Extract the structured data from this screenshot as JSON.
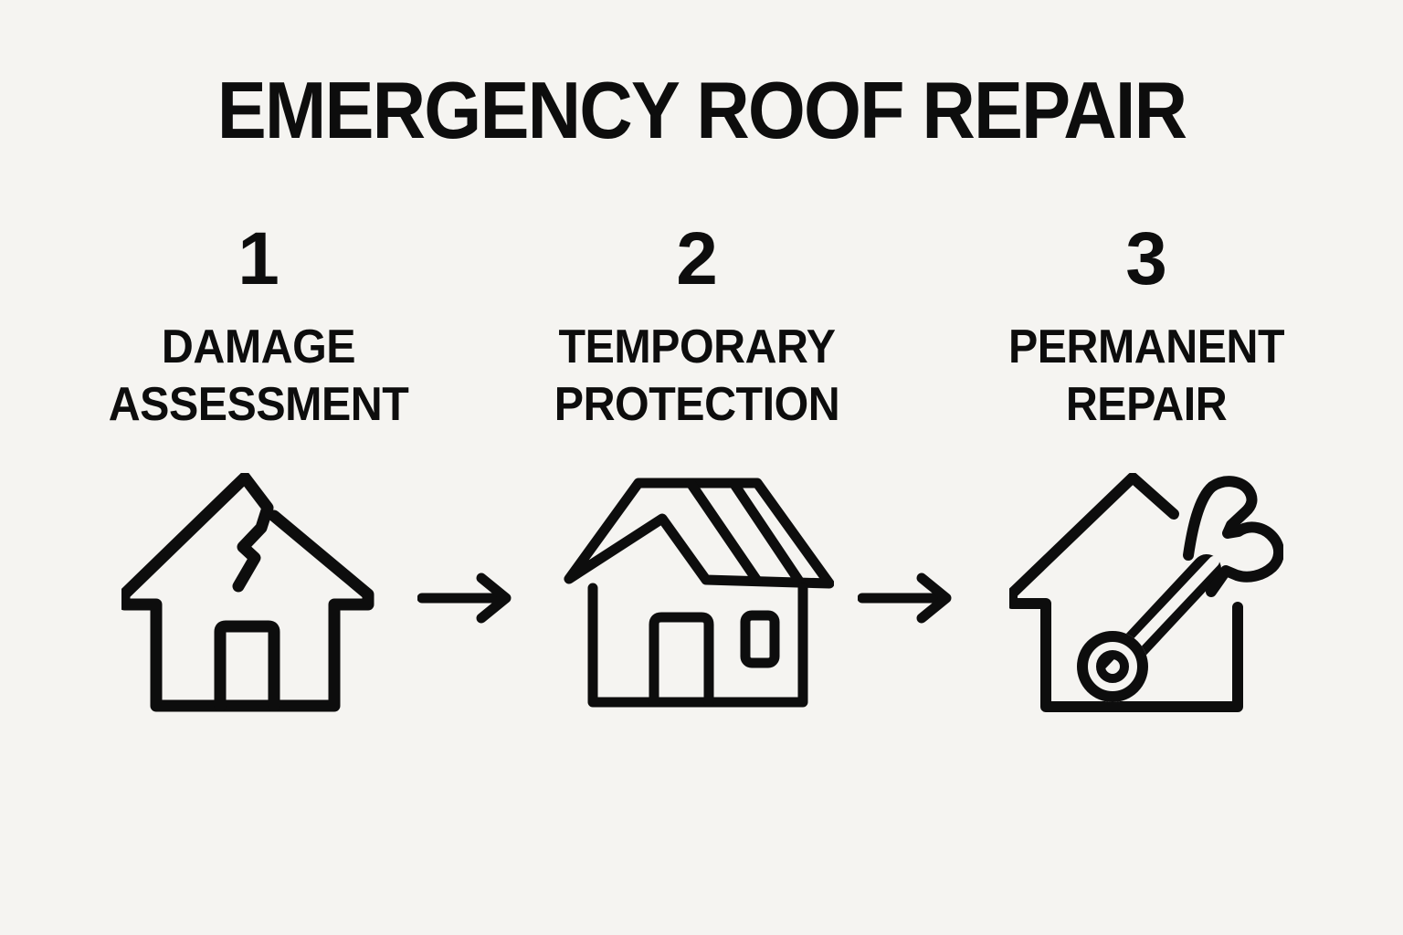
{
  "poster": {
    "title": "EMERGENCY ROOF REPAIR",
    "background_color": "#f5f4f1",
    "ink_color": "#0d0d0d"
  },
  "steps": [
    {
      "number": "1",
      "label_line1": "DAMAGE",
      "label_line2": "ASSESSMENT",
      "icon": "damaged-house-icon"
    },
    {
      "number": "2",
      "label_line1": "TEMPORARY",
      "label_line2": "PROTECTION",
      "icon": "tarp-covered-house-icon"
    },
    {
      "number": "3",
      "label_line1": "PERMANENT",
      "label_line2": "REPAIR",
      "icon": "house-with-wrench-icon"
    }
  ],
  "arrows": [
    {
      "name": "arrow-step1-to-step2",
      "direction": "right"
    },
    {
      "name": "arrow-step2-to-step3",
      "direction": "right"
    }
  ]
}
